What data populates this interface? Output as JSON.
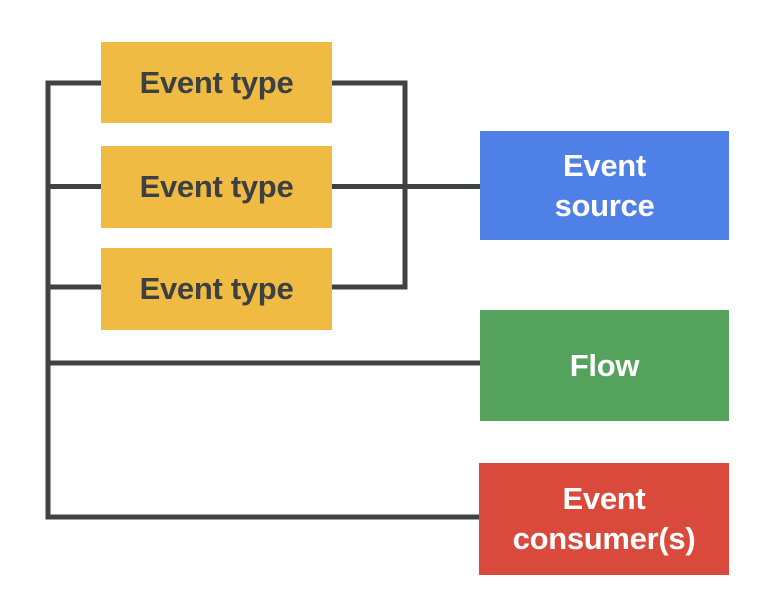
{
  "diagram": {
    "background_color": "#FFFFFF",
    "connector_color": "#3F4245",
    "nodes": {
      "event_type_1": {
        "label": "Event type",
        "fill": "#F0BB42",
        "text_color": "#3C4043"
      },
      "event_type_2": {
        "label": "Event type",
        "fill": "#F0BB42",
        "text_color": "#3C4043"
      },
      "event_type_3": {
        "label": "Event type",
        "fill": "#F0BB42",
        "text_color": "#3C4043"
      },
      "event_source": {
        "label": "Event\nsource",
        "fill": "#4F80E8",
        "text_color": "#FFFFFF"
      },
      "flow": {
        "label": "Flow",
        "fill": "#55A25C",
        "text_color": "#FFFFFF"
      },
      "event_consumers": {
        "label": "Event\nconsumer(s)",
        "fill": "#D9493C",
        "text_color": "#FFFFFF"
      }
    },
    "edges": [
      {
        "nodes": [
          "event_type_1",
          "event_type_2",
          "event_type_3"
        ],
        "to": "event_source",
        "side": "right"
      },
      {
        "nodes": [
          "event_type_1",
          "event_type_2",
          "event_type_3"
        ],
        "to": "flow",
        "side": "left"
      },
      {
        "nodes": [
          "event_type_1",
          "event_type_2",
          "event_type_3"
        ],
        "to": "event_consumers",
        "side": "left"
      }
    ]
  }
}
